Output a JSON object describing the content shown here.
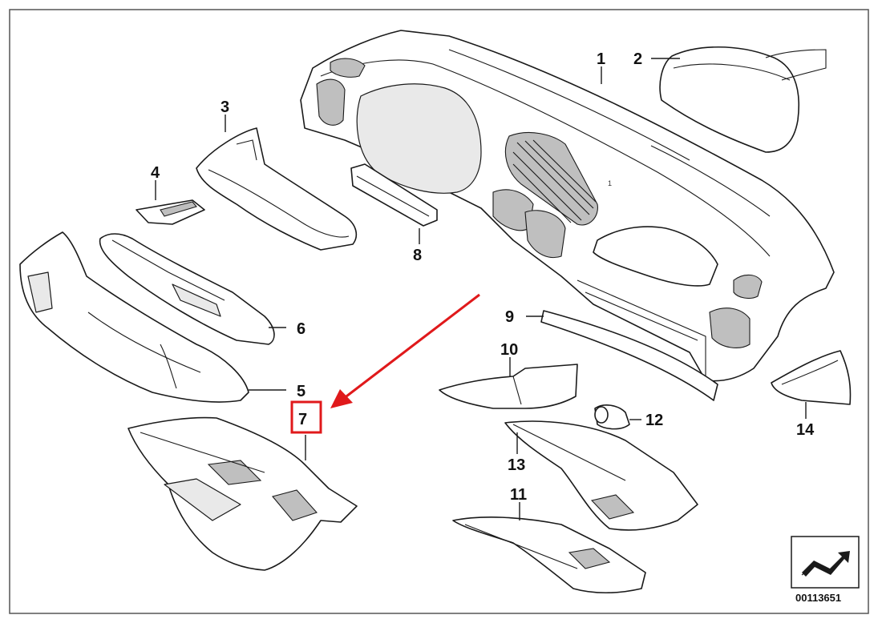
{
  "diagram": {
    "diagram_id": "00113651",
    "highlight_color": "#e0191b",
    "parts": [
      {
        "key": "p1",
        "label": "1"
      },
      {
        "key": "p2",
        "label": "2"
      },
      {
        "key": "p3",
        "label": "3"
      },
      {
        "key": "p4",
        "label": "4"
      },
      {
        "key": "p5",
        "label": "5"
      },
      {
        "key": "p6",
        "label": "6"
      },
      {
        "key": "p7",
        "label": "7",
        "highlighted": true
      },
      {
        "key": "p8",
        "label": "8"
      },
      {
        "key": "p9",
        "label": "9"
      },
      {
        "key": "p10",
        "label": "10"
      },
      {
        "key": "p11",
        "label": "11"
      },
      {
        "key": "p12",
        "label": "12"
      },
      {
        "key": "p13",
        "label": "13"
      },
      {
        "key": "p14",
        "label": "14"
      }
    ],
    "dashboard_mark": "1",
    "icons": {
      "arrow_badge": "exchange-arrow-icon",
      "pointer": "red-arrow-pointer"
    }
  }
}
